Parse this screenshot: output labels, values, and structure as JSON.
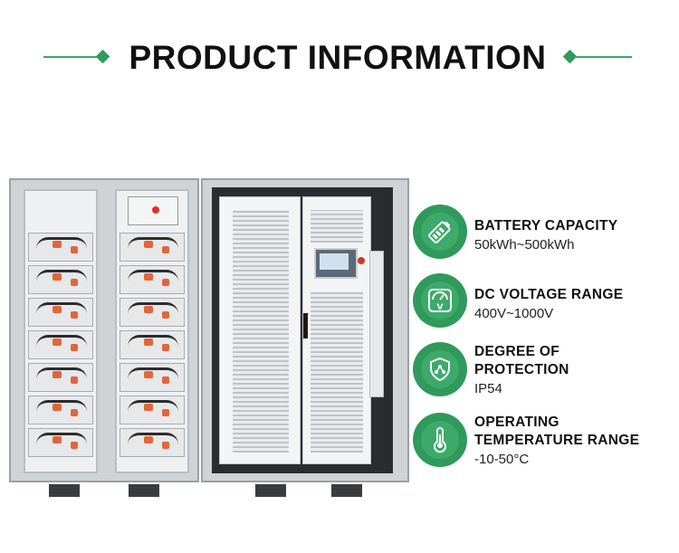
{
  "header": {
    "title": "PRODUCT INFORMATION"
  },
  "specs": [
    {
      "label": "BATTERY CAPACITY",
      "value": "50kWh~500kWh",
      "icon": "battery-icon"
    },
    {
      "label": "DC VOLTAGE RANGE",
      "value": "400V~1000V",
      "icon": "voltmeter-icon"
    },
    {
      "label_line1": "DEGREE OF",
      "label_line2": "PROTECTION",
      "value": "IP54",
      "icon": "shield-icon"
    },
    {
      "label_line1": "OPERATING",
      "label_line2": "TEMPERATURE RANGE",
      "value": "-10-50°C",
      "icon": "thermometer-icon"
    }
  ],
  "colors": {
    "accent": "#2f9a5b",
    "accent_light": "#3daa6a",
    "title": "#111111"
  }
}
